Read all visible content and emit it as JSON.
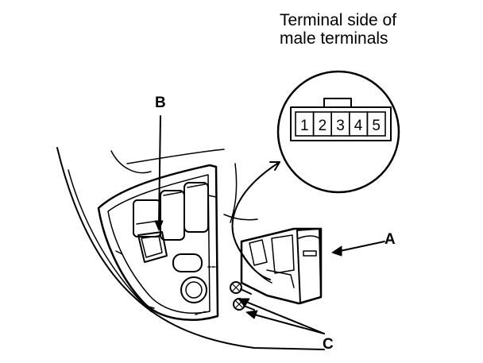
{
  "caption": {
    "line1": "Terminal side of",
    "line2": "male terminals"
  },
  "connector": {
    "pins": [
      "1",
      "2",
      "3",
      "4",
      "5"
    ]
  },
  "callouts": {
    "a": "A",
    "b": "B",
    "c": "C"
  }
}
